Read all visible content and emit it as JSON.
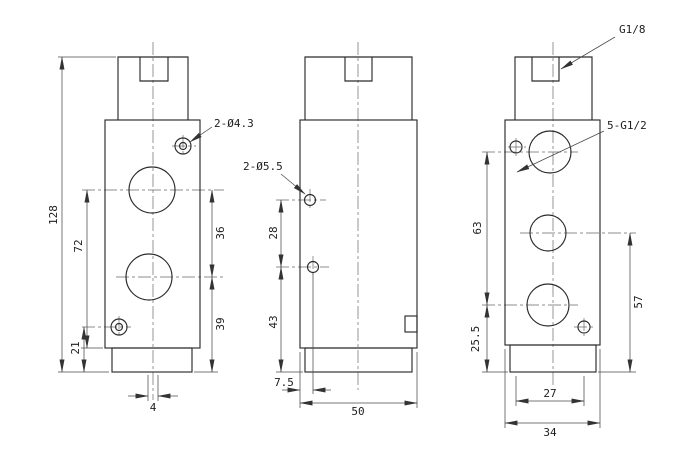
{
  "drawing": {
    "front_view": {
      "callout_holes": "2-Ø4.3",
      "dim_overall_height": "128",
      "dim_upper_port_to_base": "72",
      "dim_lower_hole": "21",
      "dim_port_spacing": "36",
      "dim_lower_port_to_base": "39",
      "dim_center_offset": "4"
    },
    "side_view": {
      "callout_holes": "2-Ø5.5",
      "dim_hole_spacing": "28",
      "dim_lower_hole_to_base": "43",
      "dim_edge_offset": "7.5",
      "dim_width": "50"
    },
    "end_view": {
      "callout_top_thread": "G1/8",
      "callout_port_thread": "5-G1/2",
      "dim_port_span": "63",
      "dim_lower_port_to_base": "25.5",
      "dim_mid_port_to_base": "57",
      "dim_hole_spacing": "27",
      "dim_width": "34"
    }
  }
}
